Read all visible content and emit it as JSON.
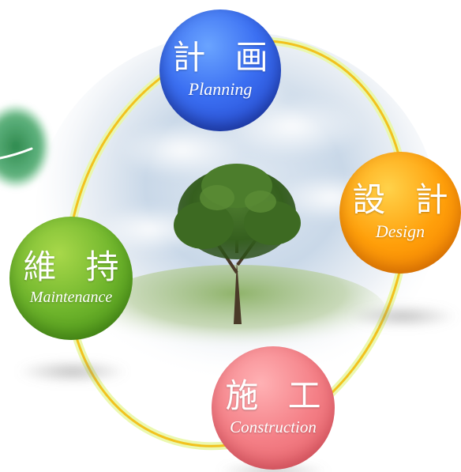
{
  "diagram": {
    "nodes": [
      {
        "id": "planning",
        "kanji": "計 画",
        "english": "Planning",
        "color": "#3b6ff2"
      },
      {
        "id": "design",
        "kanji": "設 計",
        "english": "Design",
        "color": "#ff9f0a"
      },
      {
        "id": "construction",
        "kanji": "施 工",
        "english": "Construction",
        "color": "#f47f86"
      },
      {
        "id": "maintenance",
        "kanji": "維 持",
        "english": "Maintenance",
        "color": "#6fb52c"
      }
    ],
    "cycle_ring_color": "#f2c21e",
    "center_image": "tree-in-field-under-sky"
  }
}
